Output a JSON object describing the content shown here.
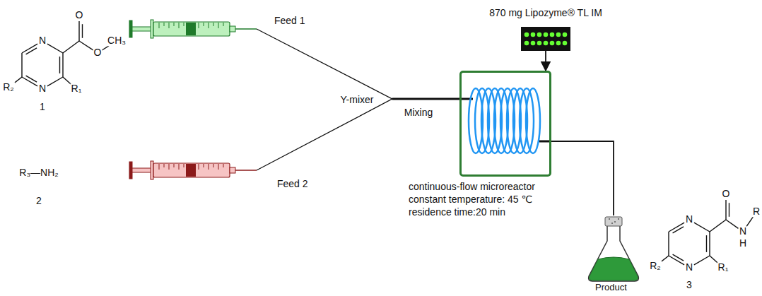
{
  "diagram": {
    "nodes": [
      {
        "text": [
          "Feed 1"
        ]
      },
      {
        "text": [
          "Feed 2"
        ]
      },
      {
        "text": [
          "continuous-flow microreactor",
          "constant temperature: 45 ℃",
          "residence time:20 min"
        ]
      },
      {
        "text": [
          "Product"
        ]
      },
      {
        "text": [
          "870 mg Lipozyme® TL IM"
        ]
      }
    ],
    "edges": [
      {
        "from": 0,
        "to": 2,
        "arrow": "none"
      },
      {
        "from": 1,
        "to": 2,
        "arrow": "none"
      },
      {
        "from": 4,
        "to": 2,
        "arrow": "to"
      },
      {
        "from": 2,
        "to": 3,
        "arrow": "none"
      }
    ],
    "labels": [
      "N",
      "N",
      "O",
      "O",
      "CH₃",
      "R₂",
      "R₁",
      "1",
      "R₃—NH₂",
      "2",
      "Y-mixer",
      "Mixing",
      "N",
      "N",
      "O",
      "N",
      "H",
      "R",
      "R₂",
      "R₁",
      "3"
    ]
  }
}
